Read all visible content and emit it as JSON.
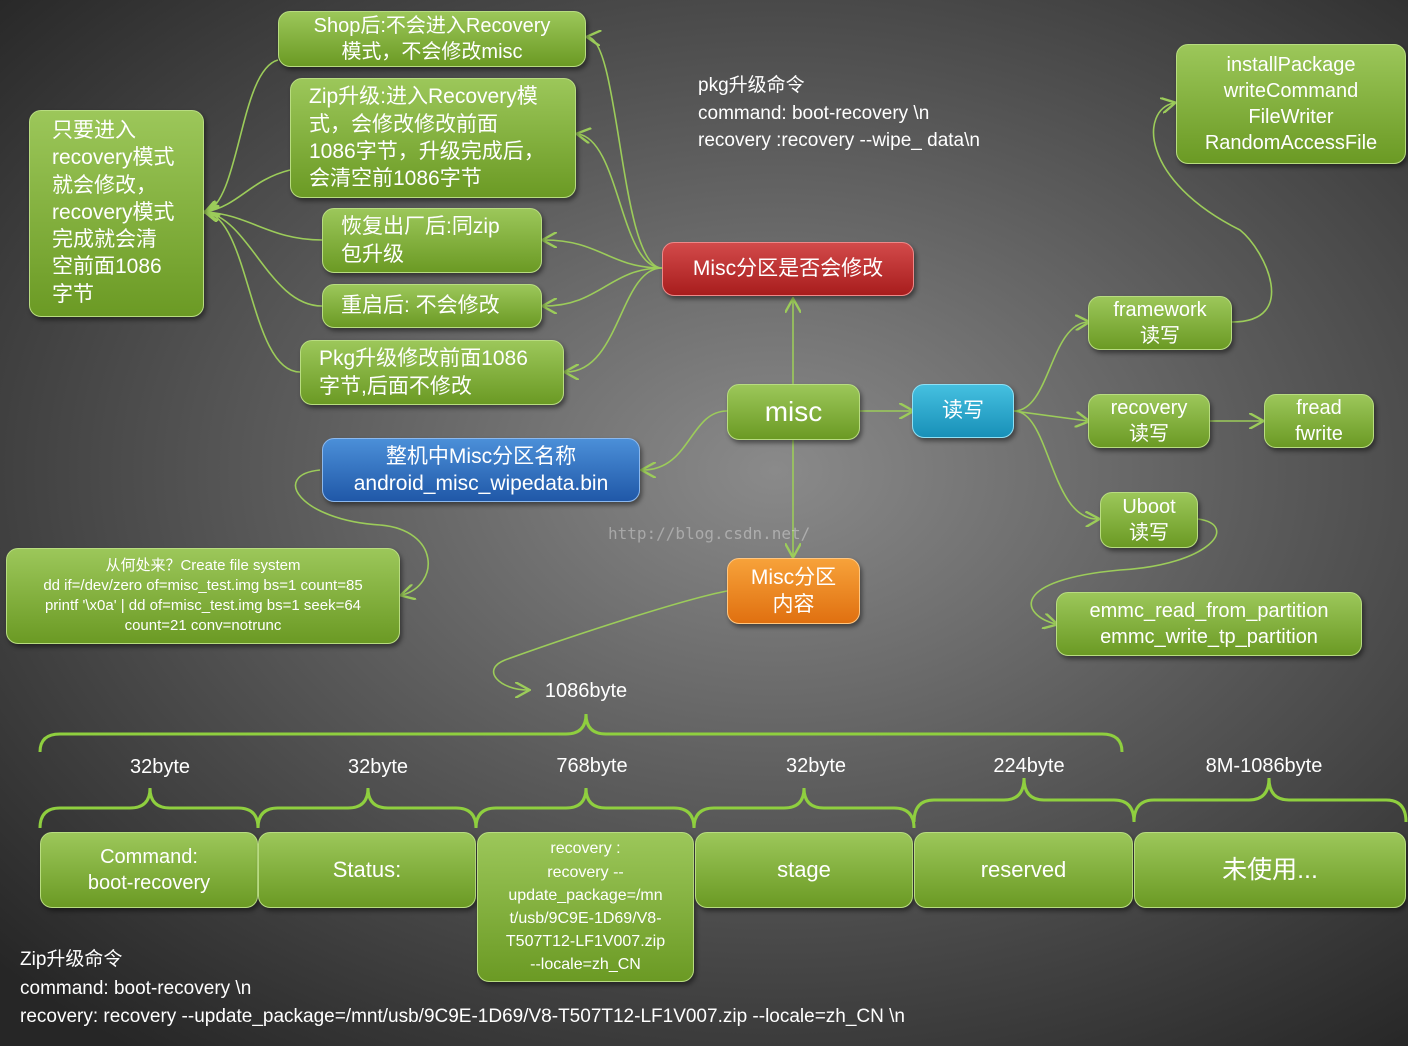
{
  "center": {
    "misc": "misc",
    "rw": "读写",
    "question": "Misc分区是否会修改",
    "content": "Misc分区\n内容",
    "partition_name": "整机中Misc分区名称\nandroid_misc_wipedata.bin"
  },
  "left_summary": "只要进入\nrecovery模式\n就会修改，\nrecovery模式\n完成就会清\n空前面1086\n字节",
  "cases": {
    "shop": "Shop后:不会进入Recovery\n模式，不会修改misc",
    "zip": "Zip升级:进入Recovery模\n式，会修改修改前面\n1086字节，升级完成后，\n会清空前1086字节",
    "factory": "恢复出厂后:同zip\n包升级",
    "reboot": "重启后: 不会修改",
    "pkg": "Pkg升级修改前面1086\n字节,后面不修改"
  },
  "pkg_cmd": "pkg升级命令\ncommand: boot-recovery  \\n\nrecovery :recovery --wipe_ data\\n",
  "create_note": "从何处来？Create  file system\ndd if=/dev/zero  of=misc_test.img  bs=1 count=85\nprintf  '\\x0a' | dd of=misc_test.img  bs=1 seek=64\ncount=21 conv=notrunc",
  "right": {
    "framework": "framework\n读写",
    "framework_api": "installPackage\nwriteCommand\nFileWriter\nRandomAccessFile",
    "recovery": "recovery\n读写",
    "fread": "fread\nfwrite",
    "uboot": "Uboot\n读写",
    "emmc": "emmc_read_from_partition\nemmc_write_tp_partition"
  },
  "layout_labels": {
    "total": "1086byte",
    "sizes": [
      "32byte",
      "32byte",
      "768byte",
      "32byte",
      "224byte",
      "8M-1086byte"
    ]
  },
  "fields": [
    "Command:\nboot-recovery",
    "Status:",
    "recovery :\nrecovery  --\nupdate_package=/mn\nt/usb/9C9E-1D69/V8-\nT507T12-LF1V007.zip\n--locale=zh_CN",
    "stage",
    "reserved",
    "未使用..."
  ],
  "zip_cmd": "Zip升级命令\ncommand: boot-recovery  \\n\nrecovery: recovery --update_package=/mnt/usb/9C9E-1D69/V8-T507T12-LF1V007.zip  --locale=zh_CN  \\n",
  "watermark": "http://blog.csdn.net/",
  "colors": {
    "green": "#7fae3a",
    "red": "#c03030",
    "blue": "#2e6fc0",
    "cyan": "#2aa8d0",
    "orange": "#f08a20"
  }
}
